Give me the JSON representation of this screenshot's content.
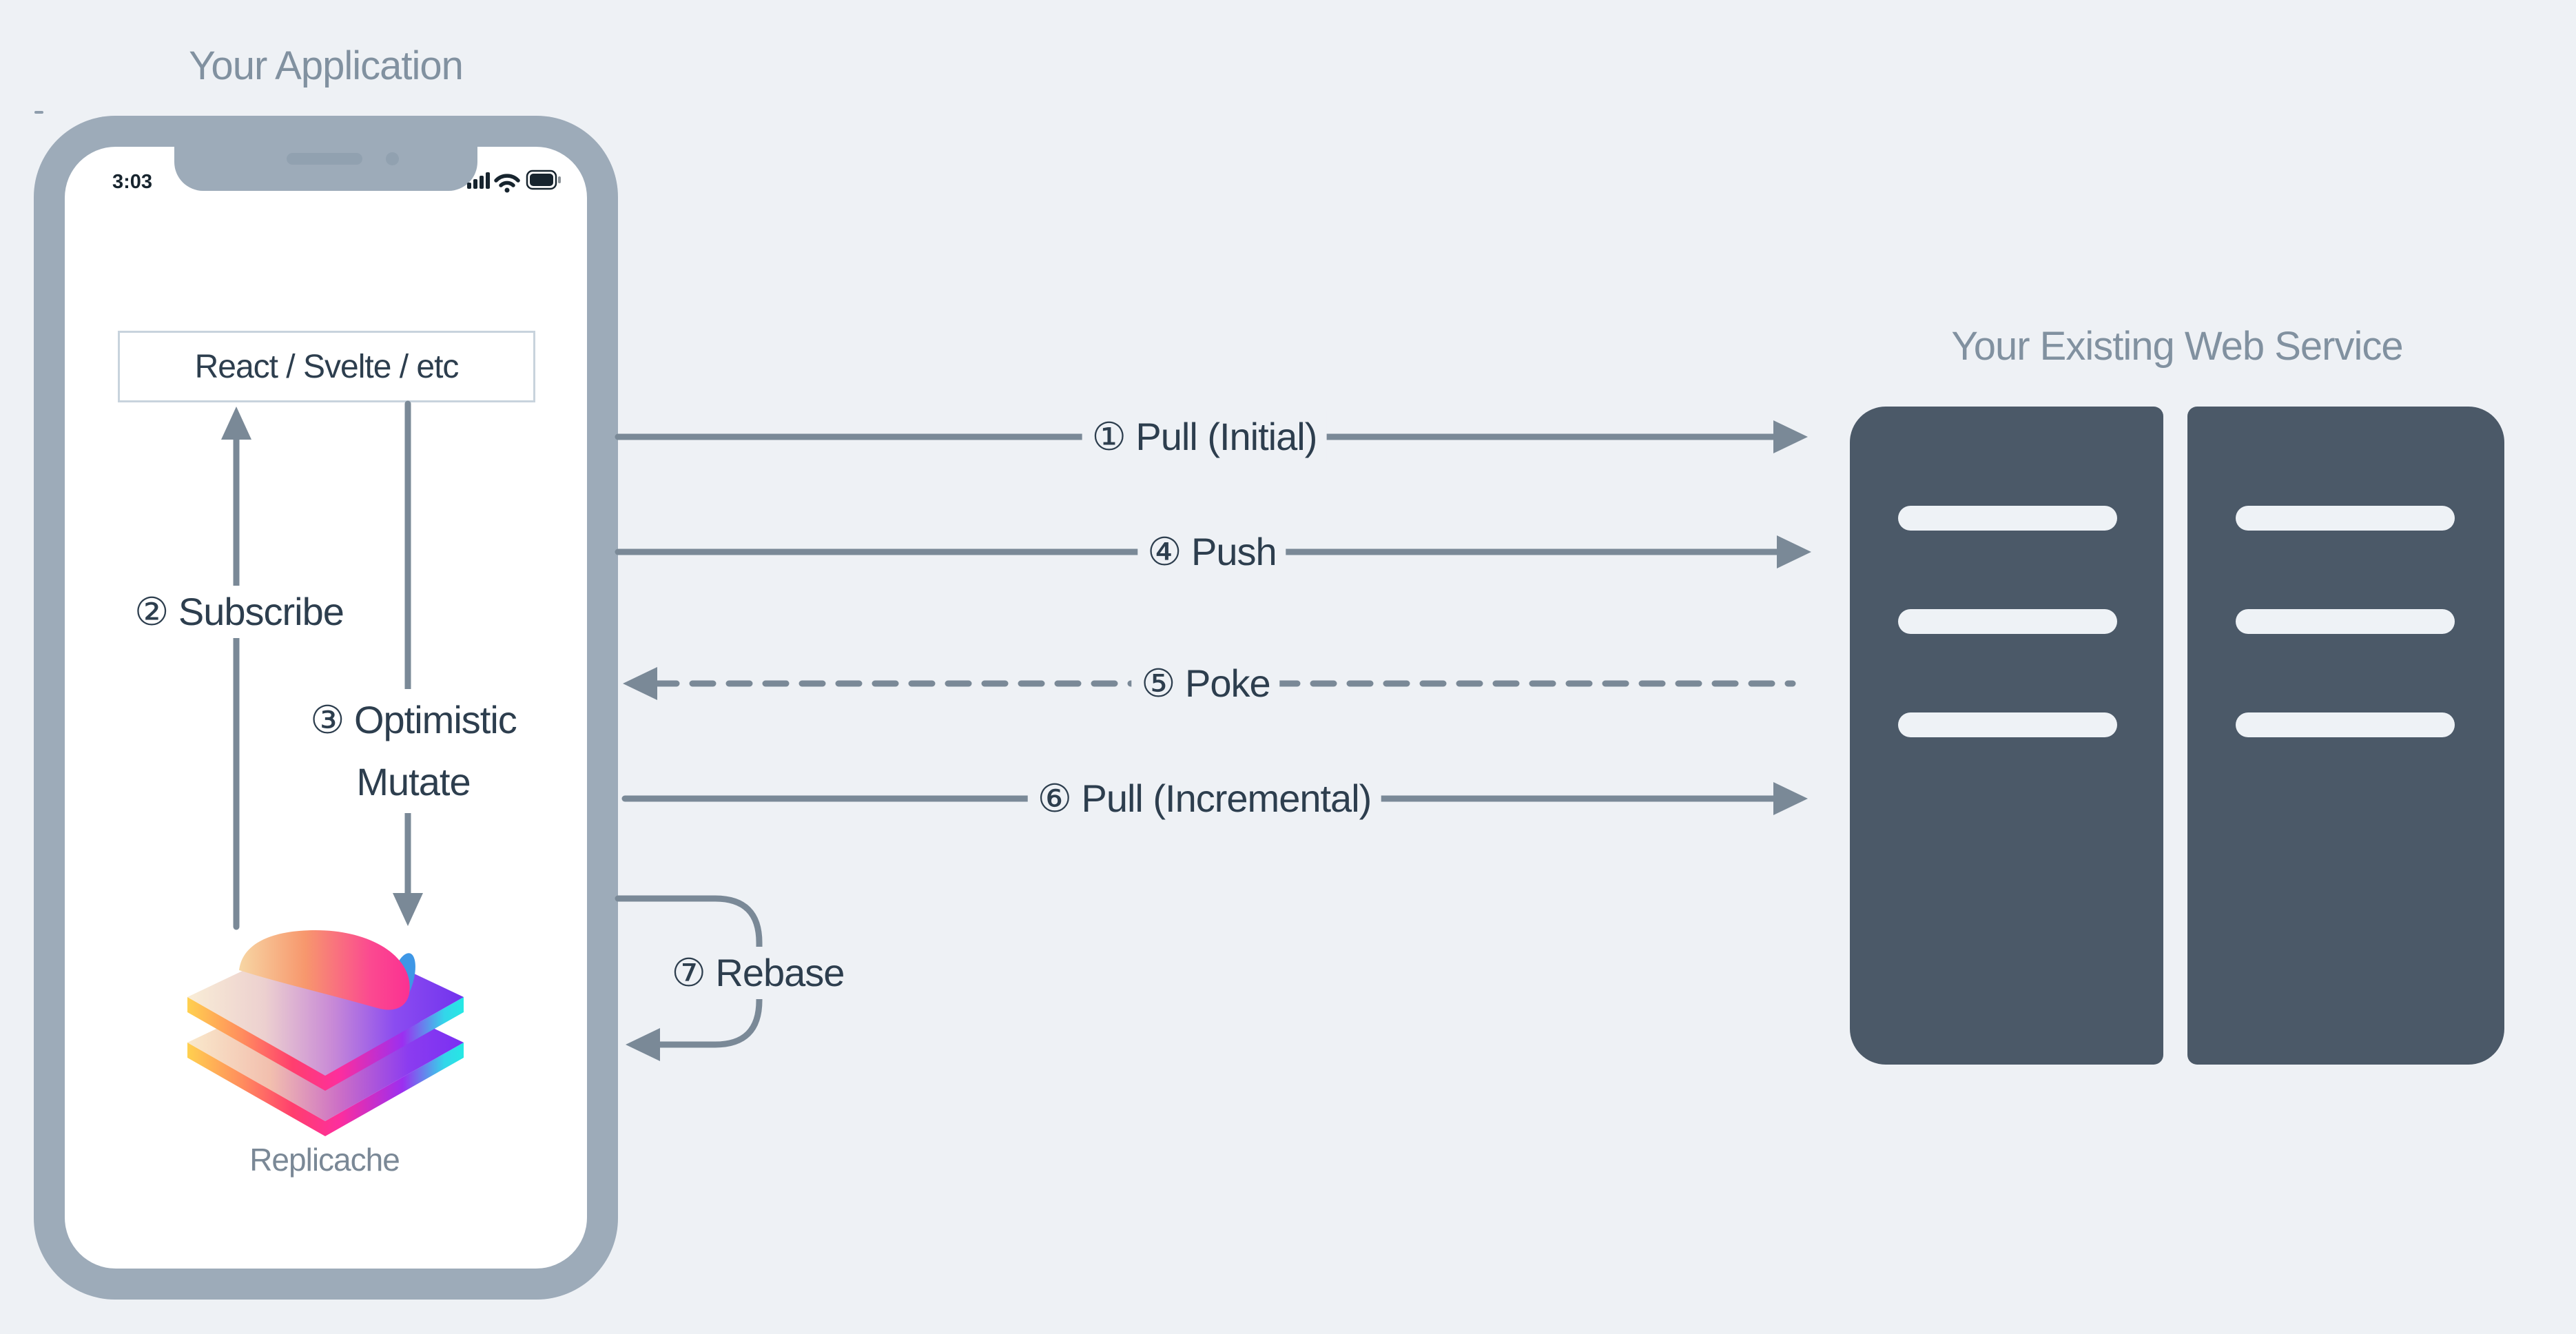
{
  "page": {
    "background": "#eef1f5",
    "colors": {
      "phone_frame": "#9dabb9",
      "server_body": "#4b5968",
      "arrow": "#7a8997",
      "dark_text": "#2d3e4e",
      "muted_title": "#8191a0",
      "logo_text": "#7a8896",
      "logo_gradient": [
        "#ffd04f",
        "#ff8c5e",
        "#fd2e9d",
        "#9b2ff0",
        "#25e8e4"
      ]
    }
  },
  "application": {
    "title": "Your Application",
    "phone": {
      "time": "3:03",
      "status_icons": [
        "signal-icon",
        "wifi-icon",
        "battery-icon"
      ]
    },
    "framework_box": "React / Svelte / etc",
    "logo_label": "Replicache"
  },
  "service": {
    "title": "Your Existing Web Service",
    "racks": 2,
    "slots_per_rack": 3
  },
  "flows": {
    "pull_initial": "① Pull (Initial)",
    "subscribe": "② Subscribe",
    "optimistic_line1": "③ Optimistic",
    "optimistic_line2": "Mutate",
    "push": "④ Push",
    "poke": "⑤ Poke",
    "pull_incremental": "⑥ Pull (Incremental)",
    "rebase": "⑦ Rebase"
  }
}
